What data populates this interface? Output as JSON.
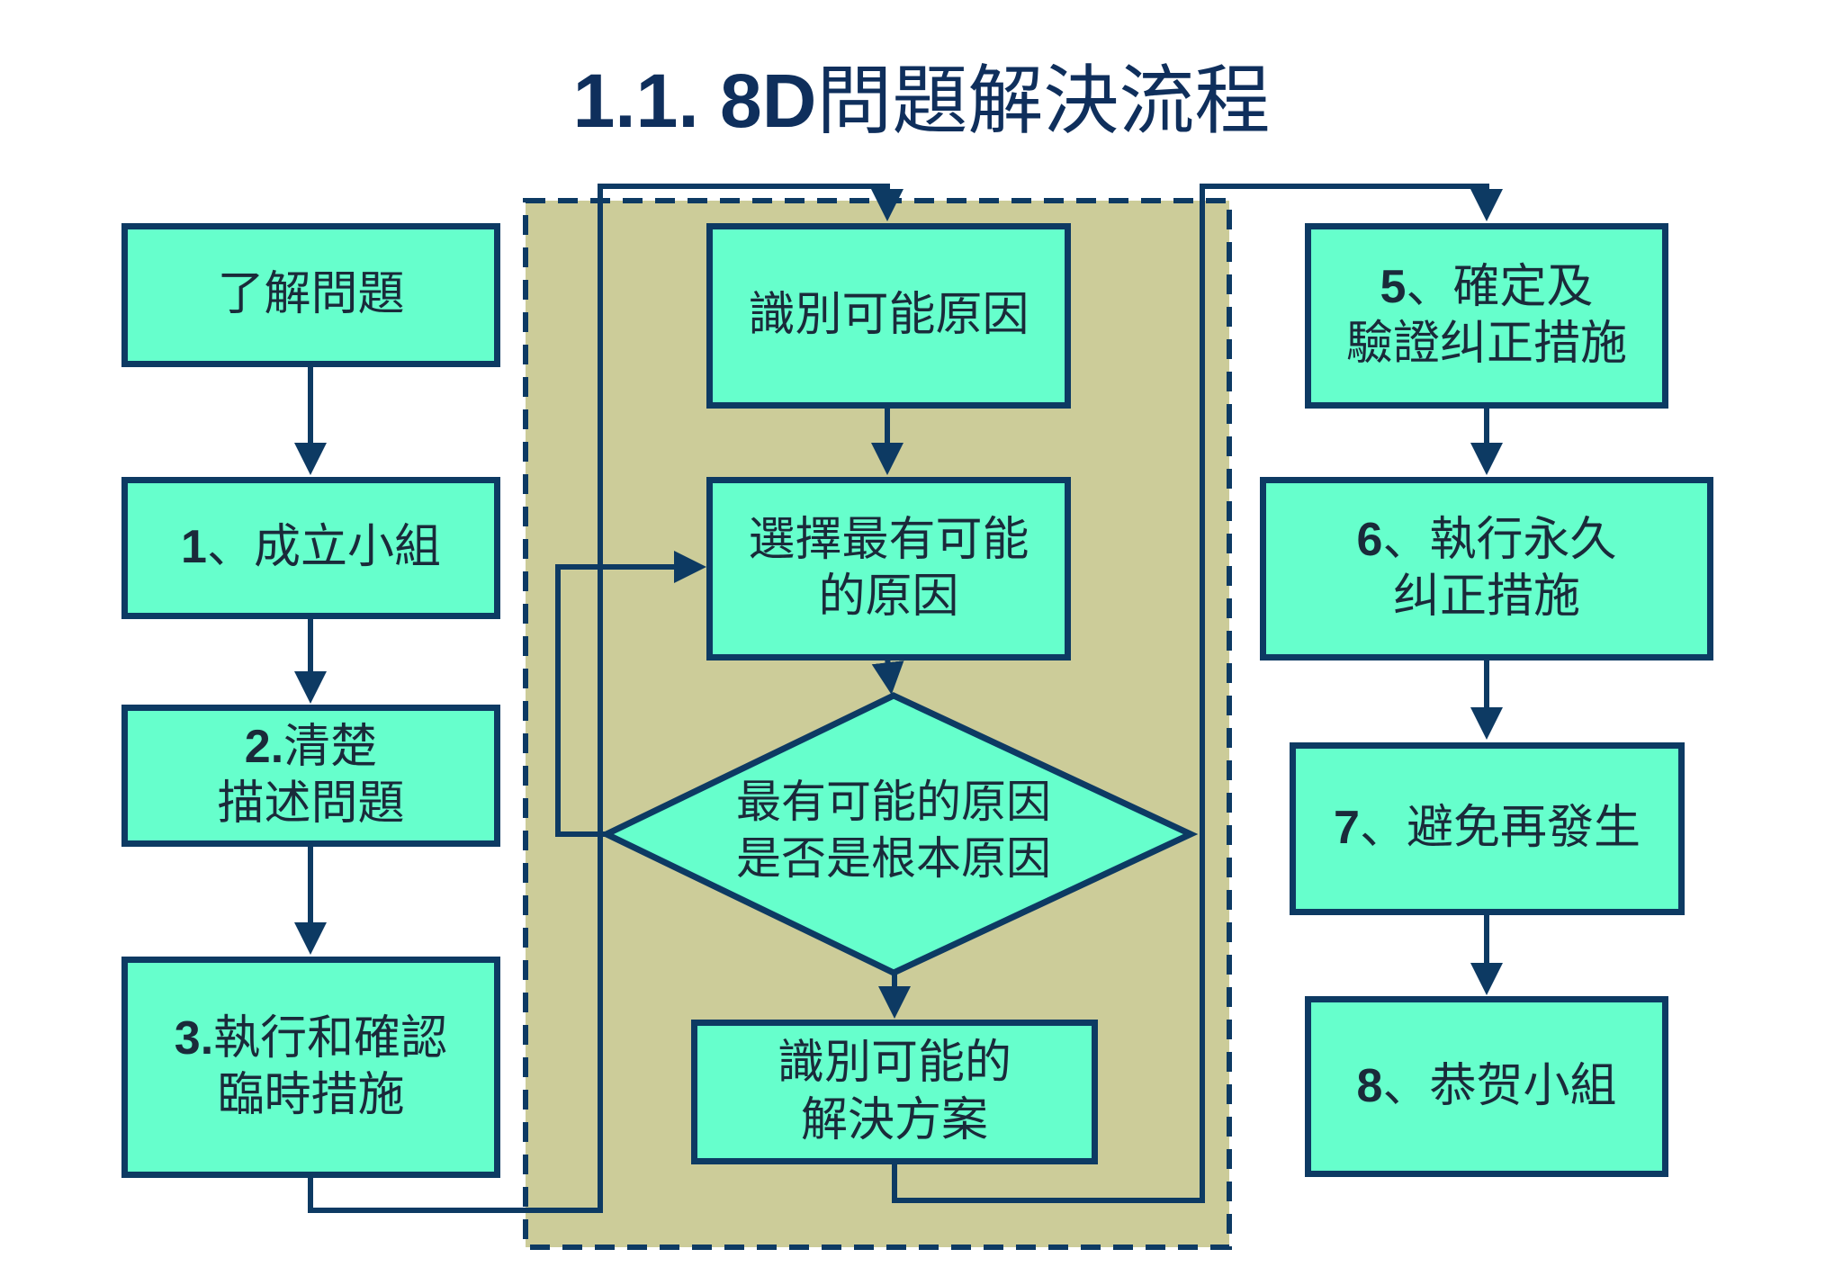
{
  "title": {
    "prefix": "1.1. 8D",
    "suffix": "問題解決流程"
  },
  "colors": {
    "box_fill": "#66ffcc",
    "box_border": "#0d3a63",
    "panel_fill": "#cccc99",
    "connector": "#0d3a63",
    "title": "#0f2f5c"
  },
  "left_column": [
    {
      "num": "",
      "sep": "",
      "lines": [
        "了解問題"
      ]
    },
    {
      "num": "1",
      "sep": "、",
      "lines": [
        "成立小組"
      ]
    },
    {
      "num": "2.",
      "sep": "",
      "lines": [
        "清楚",
        "描述問題"
      ]
    },
    {
      "num": "3.",
      "sep": "",
      "lines": [
        "執行和確認",
        "臨時措施"
      ]
    }
  ],
  "middle_column": {
    "identify_causes": [
      "識別可能原因"
    ],
    "select_cause": [
      "選擇最有可能",
      "的原因"
    ],
    "decision": [
      "最有可能的原因",
      "是否是根本原因"
    ],
    "identify_solutions": [
      "識別可能的",
      "解決方案"
    ]
  },
  "right_column": [
    {
      "num": "5",
      "sep": "、",
      "lines": [
        "確定及",
        "驗證纠正措施"
      ]
    },
    {
      "num": "6",
      "sep": "、",
      "lines": [
        "執行永久",
        "纠正措施"
      ]
    },
    {
      "num": "7",
      "sep": "、",
      "lines": [
        "避免再發生"
      ]
    },
    {
      "num": "8",
      "sep": "、",
      "lines": [
        "恭贺小組"
      ]
    }
  ]
}
